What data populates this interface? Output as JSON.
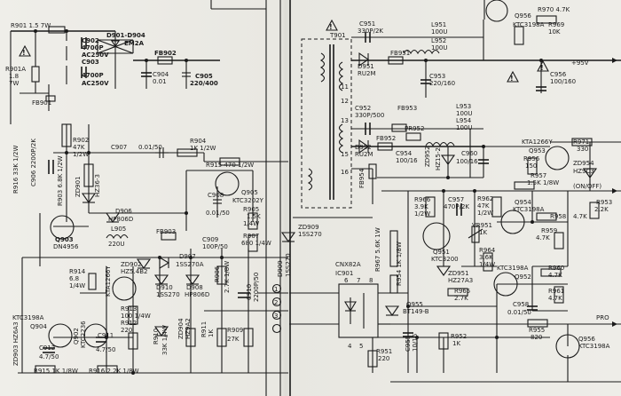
{
  "labels": [
    {
      "id": "r901",
      "text": "R901 1.5 7W"
    },
    {
      "id": "c902",
      "text": "C902"
    },
    {
      "id": "c902v",
      "text": "4700P"
    },
    {
      "id": "c902a",
      "text": "AC250V"
    },
    {
      "id": "d901",
      "text": "D901-D904"
    },
    {
      "id": "d901t",
      "text": "EM2A"
    },
    {
      "id": "r901a",
      "text": "R901A"
    },
    {
      "id": "r901av",
      "text": "1.8"
    },
    {
      "id": "r901aw",
      "text": "7W"
    },
    {
      "id": "c903",
      "text": "C903"
    },
    {
      "id": "c903v",
      "text": "4700P"
    },
    {
      "id": "c903a",
      "text": "AC250V"
    },
    {
      "id": "fb902",
      "text": "FB902"
    },
    {
      "id": "c904",
      "text": "C904"
    },
    {
      "id": "c904v",
      "text": "0.01"
    },
    {
      "id": "c905",
      "text": "C905"
    },
    {
      "id": "c905v",
      "text": "220/400"
    },
    {
      "id": "fb901",
      "text": "FB901"
    },
    {
      "id": "r902",
      "text": "R902"
    },
    {
      "id": "r902v",
      "text": "47K"
    },
    {
      "id": "r902w",
      "text": "1/2W"
    },
    {
      "id": "r916",
      "text": "R916 33K 1/2W"
    },
    {
      "id": "c906",
      "text": "C906 2200P/2K"
    },
    {
      "id": "r903",
      "text": "R903 6.8K 1/2W"
    },
    {
      "id": "zd901",
      "text": "ZD901"
    },
    {
      "id": "zd901t",
      "text": "HZ36-3"
    },
    {
      "id": "c907",
      "text": "C907"
    },
    {
      "id": "c907v",
      "text": "0.01/50"
    },
    {
      "id": "r904",
      "text": "R904"
    },
    {
      "id": "r904v",
      "text": "1K 1/2W"
    },
    {
      "id": "r915",
      "text": "R915 470 1/2W"
    },
    {
      "id": "c908",
      "text": "C908"
    },
    {
      "id": "c908v",
      "text": "0.01/50"
    },
    {
      "id": "q905",
      "text": "Q905"
    },
    {
      "id": "q905t",
      "text": "KTC3202Y"
    },
    {
      "id": "r905",
      "text": "R905"
    },
    {
      "id": "r905v",
      "text": "1.5K"
    },
    {
      "id": "r905w",
      "text": "1/4W"
    },
    {
      "id": "d906",
      "text": "D906"
    },
    {
      "id": "d906t",
      "text": "HP806D"
    },
    {
      "id": "l905",
      "text": "L905"
    },
    {
      "id": "l905v",
      "text": "220U"
    },
    {
      "id": "q903",
      "text": "Q903"
    },
    {
      "id": "q903t",
      "text": "DN4956"
    },
    {
      "id": "fb903",
      "text": "FB903"
    },
    {
      "id": "d907",
      "text": "D907"
    },
    {
      "id": "d907t",
      "text": "1SS270A"
    },
    {
      "id": "c909",
      "text": "C909"
    },
    {
      "id": "c909v",
      "text": "100P/50"
    },
    {
      "id": "r907",
      "text": "R907"
    },
    {
      "id": "r907v",
      "text": "680 1/4W"
    },
    {
      "id": "r914",
      "text": "R914"
    },
    {
      "id": "r914v",
      "text": "6.8"
    },
    {
      "id": "r914w",
      "text": "1/4W"
    },
    {
      "id": "q901",
      "text": "KTA1266Y"
    },
    {
      "id": "zd902",
      "text": "ZD902"
    },
    {
      "id": "zd902t",
      "text": "HZ5.4B2"
    },
    {
      "id": "d910",
      "text": "D910"
    },
    {
      "id": "d910t",
      "text": "1SS270"
    },
    {
      "id": "d908",
      "text": "D908"
    },
    {
      "id": "d908t",
      "text": "HP806D"
    },
    {
      "id": "r906",
      "text": "R906"
    },
    {
      "id": "r906v",
      "text": "2.7K 1/8W"
    },
    {
      "id": "c910",
      "text": "C910"
    },
    {
      "id": "c910v",
      "text": "2200P/50"
    },
    {
      "id": "r913",
      "text": "R913"
    },
    {
      "id": "r913v",
      "text": "100 1/4W"
    },
    {
      "id": "r912",
      "text": "R912"
    },
    {
      "id": "r912v",
      "text": "220"
    },
    {
      "id": "c911",
      "text": "C911"
    },
    {
      "id": "c911v",
      "text": "4.7/50"
    },
    {
      "id": "zd904",
      "text": "ZD904"
    },
    {
      "id": "zd904t",
      "text": "HZ9A2"
    },
    {
      "id": "r910",
      "text": "R910"
    },
    {
      "id": "r910v",
      "text": "33K 1/4W"
    },
    {
      "id": "r911",
      "text": "R911"
    },
    {
      "id": "r911v",
      "text": "1K"
    },
    {
      "id": "r909",
      "text": "R909"
    },
    {
      "id": "r909v",
      "text": "27K"
    },
    {
      "id": "q904",
      "text": "KTC3198A"
    },
    {
      "id": "q904b",
      "text": "Q904"
    },
    {
      "id": "q902",
      "text": "Q902"
    },
    {
      "id": "q902t",
      "text": "KTC2236"
    },
    {
      "id": "c912",
      "text": "C912"
    },
    {
      "id": "c912v",
      "text": "4.7/50"
    },
    {
      "id": "zd903",
      "text": "ZD903 HZ6A3"
    },
    {
      "id": "r915b",
      "text": "R915 1K 1/8W"
    },
    {
      "id": "r916b",
      "text": "R916 2.2K 1/8W"
    },
    {
      "id": "t901",
      "text": "T901"
    },
    {
      "id": "c951",
      "text": "C951"
    },
    {
      "id": "c951v",
      "text": "330P/2K"
    },
    {
      "id": "d951",
      "text": "D951"
    },
    {
      "id": "d951t",
      "text": "RU2M"
    },
    {
      "id": "fb951",
      "text": "FB951"
    },
    {
      "id": "l951",
      "text": "L951"
    },
    {
      "id": "l951v",
      "text": "100U"
    },
    {
      "id": "l952",
      "text": "L952"
    },
    {
      "id": "l952v",
      "text": "100U"
    },
    {
      "id": "c953",
      "text": "C953"
    },
    {
      "id": "c953v",
      "text": "220/160"
    },
    {
      "id": "c952",
      "text": "C952"
    },
    {
      "id": "c952v",
      "text": "330P/500"
    },
    {
      "id": "fb953",
      "text": "FB953"
    },
    {
      "id": "d952",
      "text": "D952"
    },
    {
      "id": "d952t",
      "text": "RU2M"
    },
    {
      "id": "fb952",
      "text": "FB952"
    },
    {
      "id": "pr952",
      "text": "PR952"
    },
    {
      "id": "l953",
      "text": "L953"
    },
    {
      "id": "l953v",
      "text": "100U"
    },
    {
      "id": "l954",
      "text": "L954"
    },
    {
      "id": "l954v",
      "text": "100U"
    },
    {
      "id": "c954",
      "text": "C954"
    },
    {
      "id": "c954v",
      "text": "100/16"
    },
    {
      "id": "zd952",
      "text": "ZD952"
    },
    {
      "id": "zd952t",
      "text": "HZ15-2"
    },
    {
      "id": "c960",
      "text": "C960"
    },
    {
      "id": "c960v",
      "text": "100/16"
    },
    {
      "id": "fb954",
      "text": "FB954"
    },
    {
      "id": "zd909",
      "text": "ZD909"
    },
    {
      "id": "zd909t",
      "text": "1SS270"
    },
    {
      "id": "d909",
      "text": "D909"
    },
    {
      "id": "d909t",
      "text": "1SS270"
    },
    {
      "id": "q956top",
      "text": "Q956"
    },
    {
      "id": "q956topt",
      "text": "KTC3198A"
    },
    {
      "id": "r970",
      "text": "R970 4.7K"
    },
    {
      "id": "r969",
      "text": "R969"
    },
    {
      "id": "r969v",
      "text": "10K"
    },
    {
      "id": "v95",
      "text": "+95V"
    },
    {
      "id": "c956",
      "text": "C956"
    },
    {
      "id": "c956v",
      "text": "100/160"
    },
    {
      "id": "kta1266",
      "text": "KTA1266Y"
    },
    {
      "id": "q953",
      "text": "Q953"
    },
    {
      "id": "r971",
      "text": "R971"
    },
    {
      "id": "r971v",
      "text": "330"
    },
    {
      "id": "r956",
      "text": "R956"
    },
    {
      "id": "r956v",
      "text": "150"
    },
    {
      "id": "zd954",
      "text": "ZD954"
    },
    {
      "id": "zd954t",
      "text": "HZ9C3"
    },
    {
      "id": "r957",
      "text": "R957"
    },
    {
      "id": "r957v",
      "text": "1.5K 1/8W"
    },
    {
      "id": "onoff",
      "text": "(ON/OFF)"
    },
    {
      "id": "r966",
      "text": "R966"
    },
    {
      "id": "r966v",
      "text": "3.9K"
    },
    {
      "id": "r966w",
      "text": "1/2W"
    },
    {
      "id": "c957",
      "text": "C957"
    },
    {
      "id": "c957v",
      "text": "470P/2K"
    },
    {
      "id": "r962",
      "text": "R962"
    },
    {
      "id": "r962v",
      "text": "47K"
    },
    {
      "id": "r962w",
      "text": "1/2W"
    },
    {
      "id": "q954",
      "text": "Q954"
    },
    {
      "id": "q954t",
      "text": "KTC3198A"
    },
    {
      "id": "r953",
      "text": "R953"
    },
    {
      "id": "r953v",
      "text": "2.2K"
    },
    {
      "id": "r958",
      "text": "R958"
    },
    {
      "id": "r958v",
      "text": "4.7K"
    },
    {
      "id": "r959",
      "text": "R959"
    },
    {
      "id": "r959v",
      "text": "4.7K"
    },
    {
      "id": "vr951",
      "text": "VR951"
    },
    {
      "id": "vr951v",
      "text": "1K"
    },
    {
      "id": "r964",
      "text": "R964"
    },
    {
      "id": "r964v",
      "text": "3.6K"
    },
    {
      "id": "r964w",
      "text": "1/4W"
    },
    {
      "id": "q951",
      "text": "Q951"
    },
    {
      "id": "q951t",
      "text": "KTC3200"
    },
    {
      "id": "zd951",
      "text": "ZD951"
    },
    {
      "id": "zd951t",
      "text": "HZ27A3"
    },
    {
      "id": "q952t",
      "text": "KTC3198A"
    },
    {
      "id": "q952",
      "text": "Q952"
    },
    {
      "id": "r960",
      "text": "R960"
    },
    {
      "id": "r960v",
      "text": "4.7K"
    },
    {
      "id": "r961",
      "text": "R961"
    },
    {
      "id": "r961v",
      "text": "4.7K"
    },
    {
      "id": "r965",
      "text": "R965"
    },
    {
      "id": "r965v",
      "text": "2.7K"
    },
    {
      "id": "c958",
      "text": "C958"
    },
    {
      "id": "c958v",
      "text": "0.01/50"
    },
    {
      "id": "r967",
      "text": "R967 5.6K 1W"
    },
    {
      "id": "cnx82a",
      "text": "CNX82A"
    },
    {
      "id": "ic901",
      "text": "IC901"
    },
    {
      "id": "r954",
      "text": "R954 1K 1/8W"
    },
    {
      "id": "q955",
      "text": "Q955"
    },
    {
      "id": "q955t",
      "text": "BT149-B"
    },
    {
      "id": "c955",
      "text": "C955"
    },
    {
      "id": "c955v",
      "text": "10/16"
    },
    {
      "id": "r952",
      "text": "R952"
    },
    {
      "id": "r952v",
      "text": "1K"
    },
    {
      "id": "r951",
      "text": "R951"
    },
    {
      "id": "r951v",
      "text": "220"
    },
    {
      "id": "r955",
      "text": "R955"
    },
    {
      "id": "r955v",
      "text": "820"
    },
    {
      "id": "pro",
      "text": "PRO"
    },
    {
      "id": "q956bot",
      "text": "Q956"
    },
    {
      "id": "q956bott",
      "text": "KTC3198A"
    },
    {
      "id": "pin1",
      "text": "1"
    },
    {
      "id": "pin2",
      "text": "2"
    },
    {
      "id": "pin3",
      "text": "3"
    },
    {
      "id": "pin4",
      "text": "4"
    },
    {
      "id": "pin5",
      "text": "5"
    },
    {
      "id": "pin6",
      "text": "6"
    },
    {
      "id": "pin7",
      "text": "7"
    },
    {
      "id": "pin8",
      "text": "8"
    },
    {
      "id": "t11",
      "text": "11"
    },
    {
      "id": "t12",
      "text": "12"
    },
    {
      "id": "t13",
      "text": "13"
    },
    {
      "id": "t15",
      "text": "15"
    },
    {
      "id": "t16",
      "text": "16"
    }
  ]
}
